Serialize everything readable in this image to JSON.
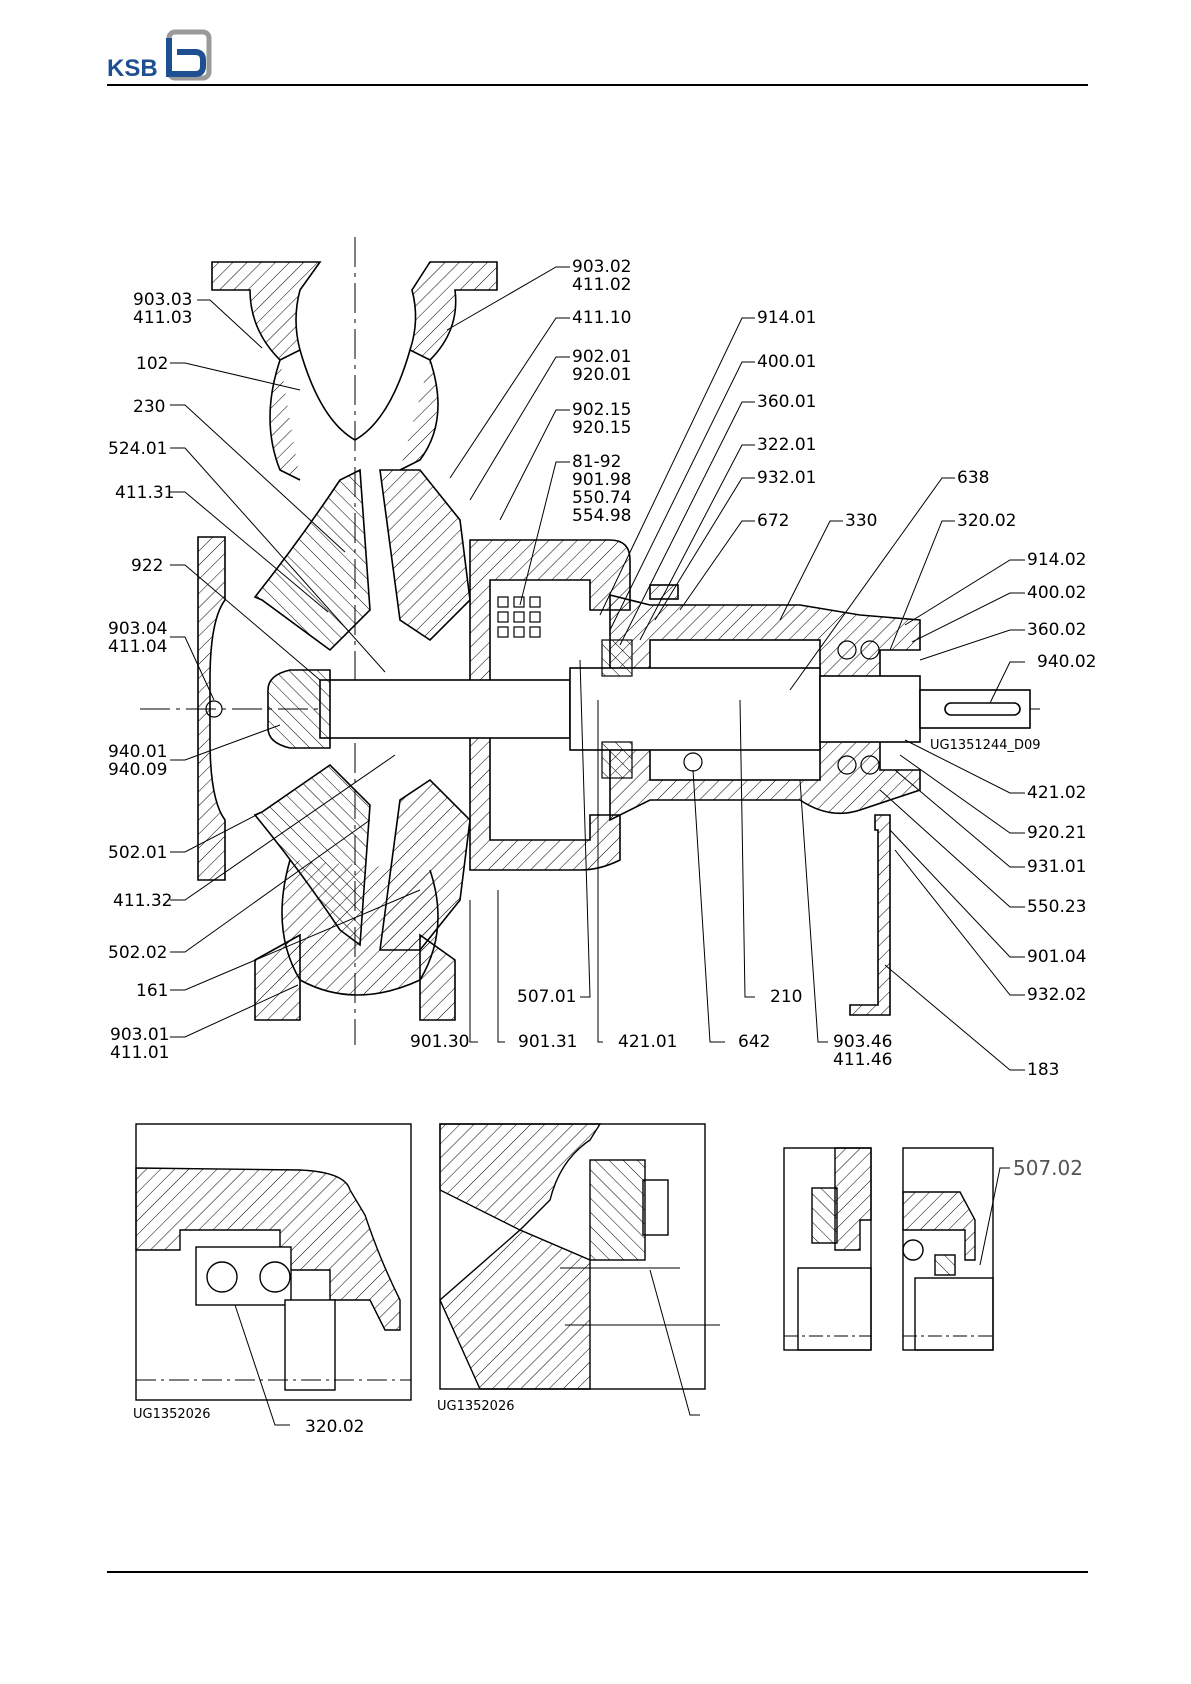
{
  "brand": {
    "name": "KSB"
  },
  "main_labels": [
    {
      "id": "l1",
      "line1": "903.03",
      "line2": "411.03"
    },
    {
      "id": "l2",
      "line1": "102"
    },
    {
      "id": "l3",
      "line1": "230"
    },
    {
      "id": "l4",
      "line1": "524.01"
    },
    {
      "id": "l5",
      "line1": "411.31"
    },
    {
      "id": "l6",
      "line1": "922"
    },
    {
      "id": "l7",
      "line1": "903.04",
      "line2": "411.04"
    },
    {
      "id": "l8",
      "line1": "940.01",
      "line2": "940.09"
    },
    {
      "id": "l9",
      "line1": "502.01"
    },
    {
      "id": "l10",
      "line1": "411.32"
    },
    {
      "id": "l11",
      "line1": "502.02"
    },
    {
      "id": "l12",
      "line1": "161"
    },
    {
      "id": "l13",
      "line1": "903.01",
      "line2": "411.01"
    },
    {
      "id": "r1",
      "line1": "903.02",
      "line2": "411.02"
    },
    {
      "id": "r2",
      "line1": "411.10"
    },
    {
      "id": "r3",
      "line1": "902.01",
      "line2": "920.01"
    },
    {
      "id": "r4",
      "line1": "902.15",
      "line2": "920.15"
    },
    {
      "id": "r5",
      "line1": "81-92",
      "line2": "901.98",
      "line3": "550.74",
      "line4": "554.98"
    },
    {
      "id": "r6",
      "line1": "914.01"
    },
    {
      "id": "r7",
      "line1": "400.01"
    },
    {
      "id": "r8",
      "line1": "360.01"
    },
    {
      "id": "r9",
      "line1": "322.01"
    },
    {
      "id": "r10",
      "line1": "932.01"
    },
    {
      "id": "r11",
      "line1": "672"
    },
    {
      "id": "r12",
      "line1": "330"
    },
    {
      "id": "r13",
      "line1": "638"
    },
    {
      "id": "r14",
      "line1": "320.02"
    },
    {
      "id": "r15",
      "line1": "914.02"
    },
    {
      "id": "r16",
      "line1": "400.02"
    },
    {
      "id": "r17",
      "line1": "360.02"
    },
    {
      "id": "r18",
      "line1": "940.02"
    },
    {
      "id": "r19",
      "line1": "421.02"
    },
    {
      "id": "r20",
      "line1": "920.21"
    },
    {
      "id": "r21",
      "line1": "931.01"
    },
    {
      "id": "r22",
      "line1": "550.23"
    },
    {
      "id": "r23",
      "line1": "901.04"
    },
    {
      "id": "r24",
      "line1": "932.02"
    },
    {
      "id": "r25",
      "line1": "183"
    },
    {
      "id": "b1",
      "line1": "507.01"
    },
    {
      "id": "b2",
      "line1": "421.01"
    },
    {
      "id": "b3",
      "line1": "642"
    },
    {
      "id": "b4",
      "line1": "210"
    },
    {
      "id": "b5",
      "line1": "903.46",
      "line2": "411.46"
    },
    {
      "id": "b6",
      "line1": "901.30"
    },
    {
      "id": "b7",
      "line1": "901.31"
    }
  ],
  "drawing_codes": {
    "main": "UG1351244_D09",
    "detail_1": "UG1352026",
    "detail_2": "UG1352026"
  },
  "detail_labels": {
    "bearing": "320.02",
    "seal": "507.02"
  }
}
